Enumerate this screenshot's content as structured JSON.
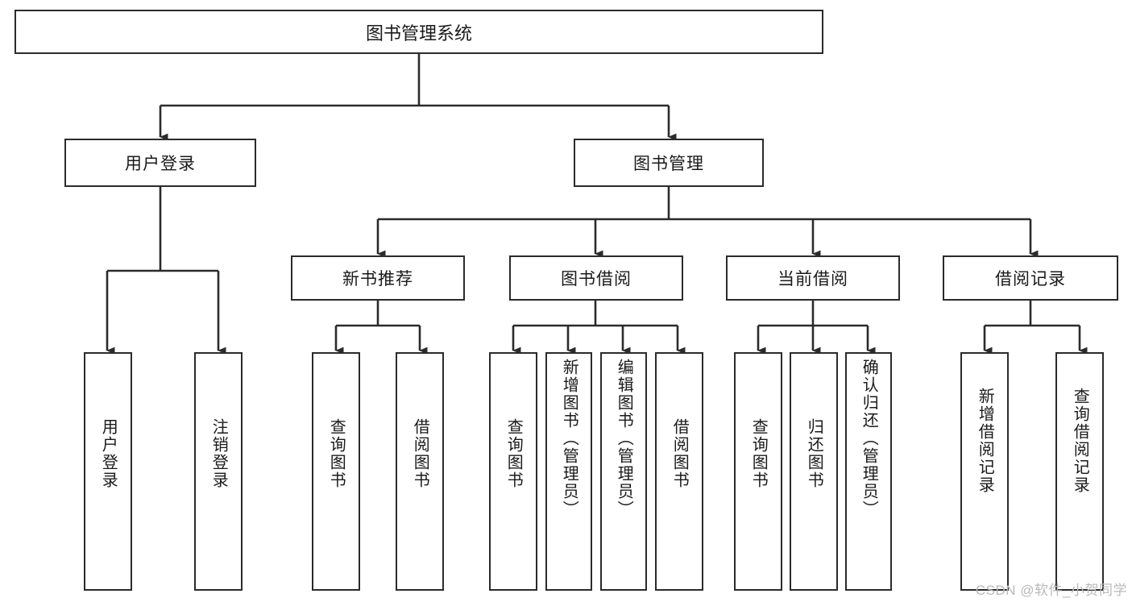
{
  "diagram": {
    "title": "图书管理系统",
    "type": "functional-structure-tree",
    "root": {
      "label": "图书管理系统"
    },
    "level2": [
      {
        "id": "user-login",
        "label": "用户登录"
      },
      {
        "id": "book-management",
        "label": "图书管理"
      }
    ],
    "level3": [
      {
        "id": "new-book-recommend",
        "label": "新书推荐",
        "parent": "book-management"
      },
      {
        "id": "book-borrow",
        "label": "图书借阅",
        "parent": "book-management"
      },
      {
        "id": "current-borrow",
        "label": "当前借阅",
        "parent": "book-management"
      },
      {
        "id": "borrow-record",
        "label": "借阅记录",
        "parent": "book-management"
      }
    ],
    "leaves": [
      {
        "id": "leaf-user-login",
        "label": "用户登录",
        "parent": "user-login"
      },
      {
        "id": "leaf-logout",
        "label": "注销登录",
        "parent": "user-login"
      },
      {
        "id": "leaf-query-book-1",
        "label": "查询图书",
        "parent": "new-book-recommend"
      },
      {
        "id": "leaf-borrow-book-1",
        "label": "借阅图书",
        "parent": "new-book-recommend"
      },
      {
        "id": "leaf-query-book-2",
        "label": "查询图书",
        "parent": "book-borrow"
      },
      {
        "id": "leaf-add-book",
        "label": "新增图书（管理员）",
        "parent": "book-borrow"
      },
      {
        "id": "leaf-edit-book",
        "label": "编辑图书（管理员）",
        "parent": "book-borrow"
      },
      {
        "id": "leaf-borrow-book-2",
        "label": "借阅图书",
        "parent": "book-borrow"
      },
      {
        "id": "leaf-query-book-3",
        "label": "查询图书",
        "parent": "current-borrow"
      },
      {
        "id": "leaf-return-book",
        "label": "归还图书",
        "parent": "current-borrow"
      },
      {
        "id": "leaf-confirm-return",
        "label": "确认归还（管理员）",
        "parent": "current-borrow"
      },
      {
        "id": "leaf-add-record",
        "label": "新增借阅记录",
        "parent": "borrow-record"
      },
      {
        "id": "leaf-query-record",
        "label": "查询借阅记录",
        "parent": "borrow-record"
      }
    ],
    "colors": {
      "stroke": "#2b2b2b",
      "fill": "#ffffff",
      "text": "#1a1a1a",
      "watermark": "#b9b9b9"
    }
  },
  "watermark": {
    "text": "CSDN @软件_小贺同学"
  }
}
